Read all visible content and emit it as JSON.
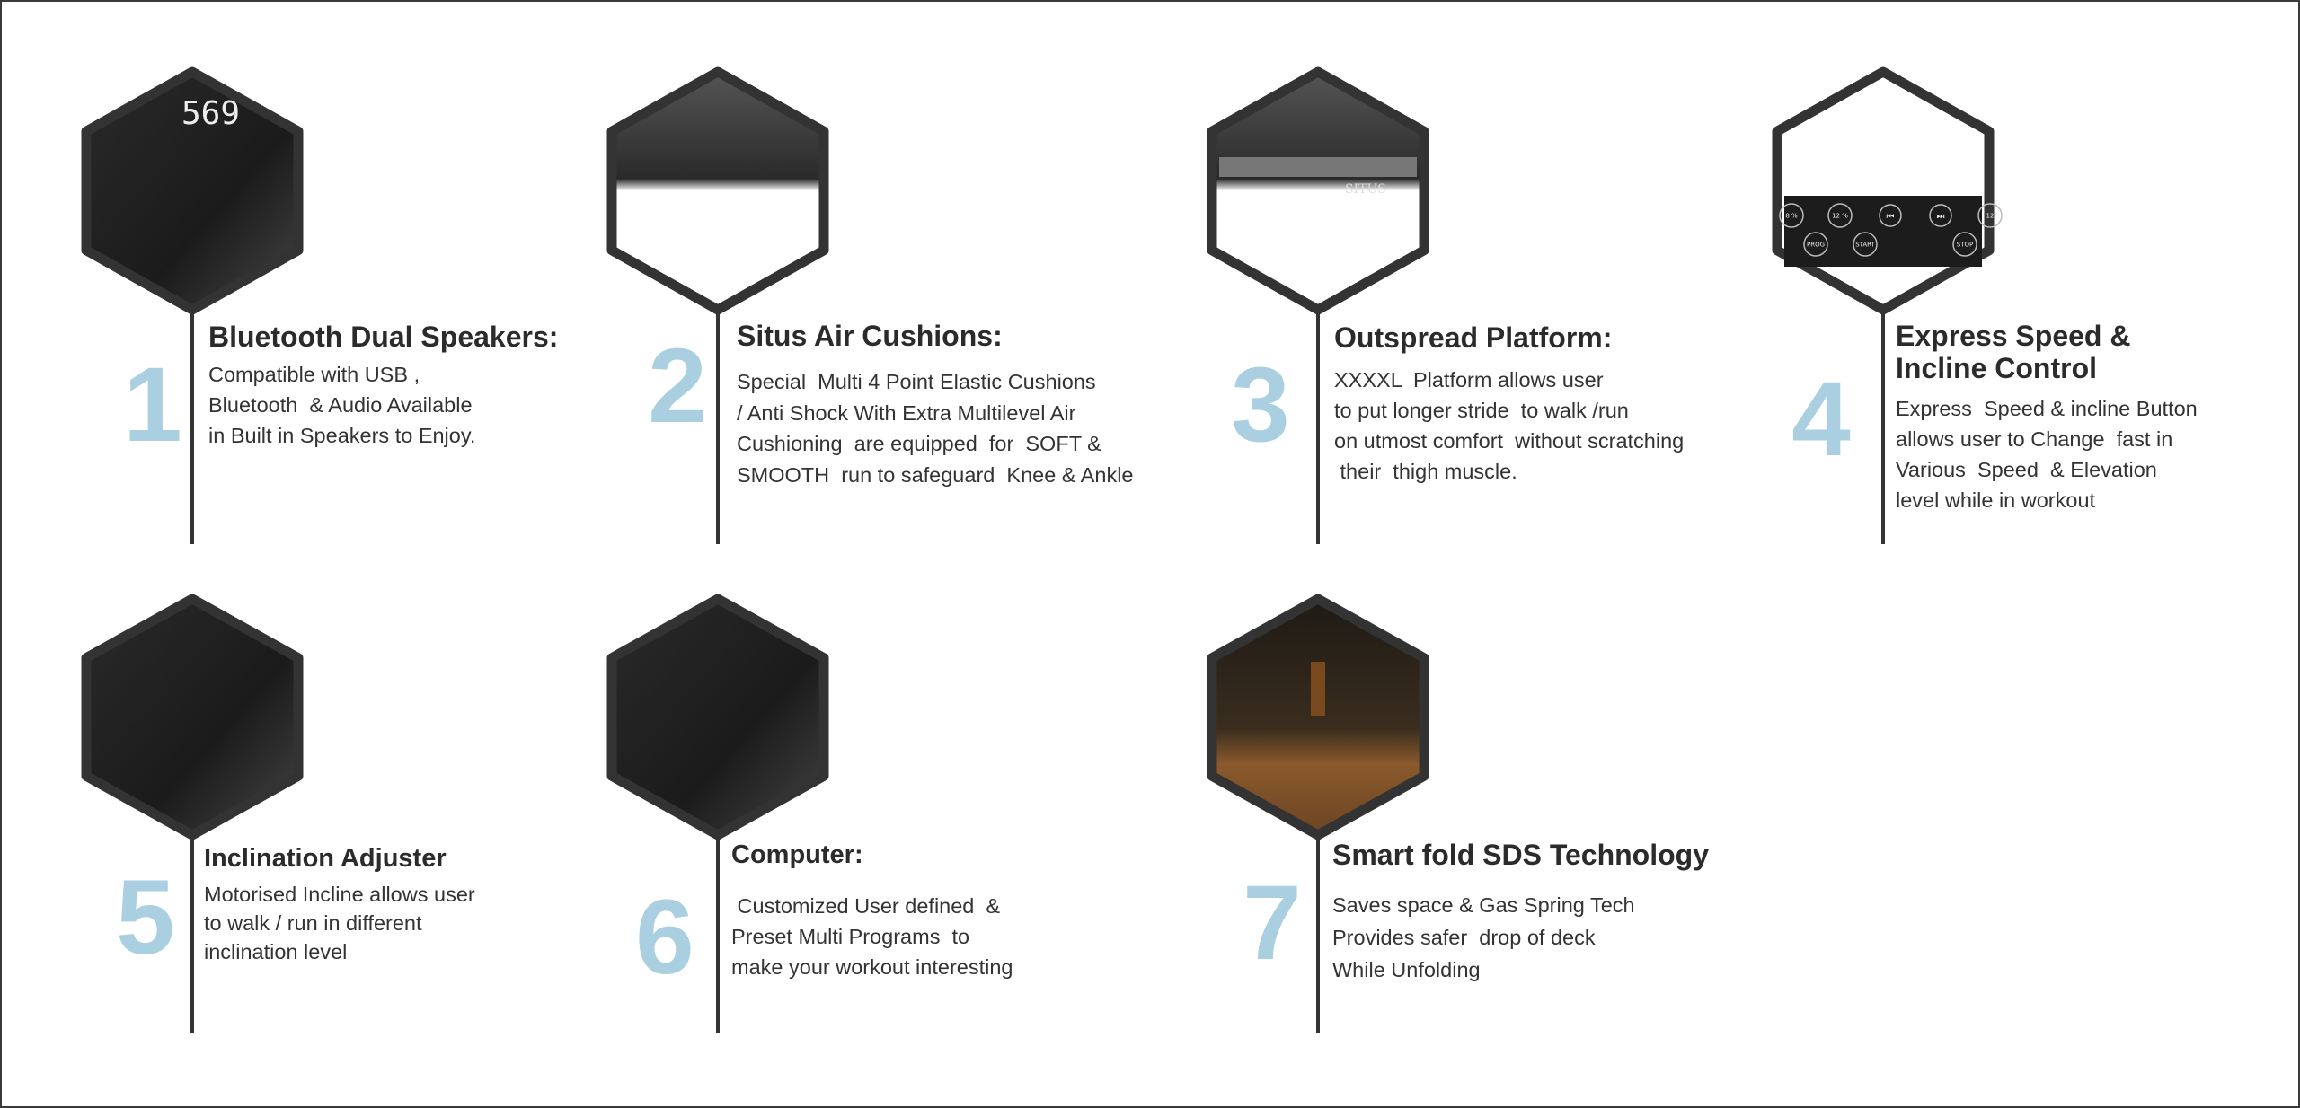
{
  "colors": {
    "accent_number": "#a9cfe1",
    "frame": "#333333",
    "text": "#2e2e2e"
  },
  "features": [
    {
      "number": "1",
      "title": [
        "Bluetooth Dual Speakers:"
      ],
      "body": [
        "Compatible with USB ,",
        "Bluetooth  & Audio Available",
        "in Built in Speakers to Enjoy."
      ],
      "image": "console-display-icon",
      "display_reading": "569"
    },
    {
      "number": "2",
      "title": [
        "Situs Air Cushions:"
      ],
      "body": [
        "Special  Multi 4 Point Elastic Cushions",
        "/ Anti Shock With Extra Multilevel Air",
        "Cushioning  are equipped  for  SOFT &",
        "SMOOTH  run to safeguard  Knee & Ankle"
      ],
      "image": "deck-cushion-icon"
    },
    {
      "number": "3",
      "title": [
        "Outspread Platform:"
      ],
      "body": [
        "XXXXL  Platform allows user",
        "to put longer stride  to walk /run",
        "on utmost comfort  without scratching",
        " their  thigh muscle."
      ],
      "image": "platform-icon",
      "brand": "SITUS"
    },
    {
      "number": "4",
      "title": [
        "Express Speed &",
        "Incline Control"
      ],
      "body": [
        "Express  Speed & incline Button",
        "allows user to Change  fast in",
        "Various  Speed  & Elevation",
        "level while in workout"
      ],
      "image": "control-buttons-icon",
      "buttons": [
        "8 %",
        "12 %",
        "PROG",
        "START",
        "STOP",
        "12"
      ]
    },
    {
      "number": "5",
      "title": [
        "Inclination Adjuster"
      ],
      "body": [
        "Motorised Incline allows user",
        "to walk / run in different",
        "inclination level"
      ],
      "image": "incline-motor-icon"
    },
    {
      "number": "6",
      "title": [
        "Computer:"
      ],
      "body": [
        " Customized User defined  &",
        "Preset Multi Programs  to",
        "make your workout interesting"
      ],
      "image": "computer-console-icon"
    },
    {
      "number": "7",
      "title": [
        "Smart fold SDS Technology"
      ],
      "body": [
        "Saves space & Gas Spring Tech",
        "Provides safer  drop of deck",
        "While Unfolding"
      ],
      "image": "folded-treadmill-icon"
    }
  ]
}
